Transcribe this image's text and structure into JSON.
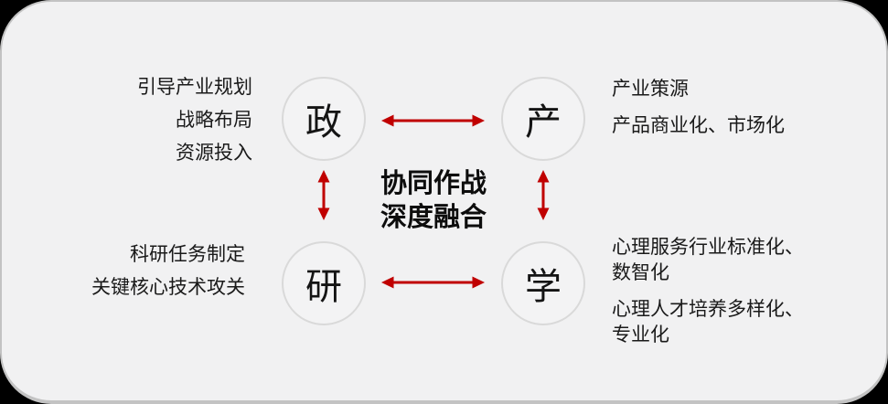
{
  "colors": {
    "accent_red": "#c00000",
    "card_bg": "#f1f1f2",
    "page_bg": "#000000",
    "circle_border": "#d9d9d9",
    "text": "#1a1a1a"
  },
  "center_text": {
    "line1": "协同作战",
    "line2": "深度融合"
  },
  "nodes": {
    "gov": "政",
    "industry": "产",
    "research": "研",
    "academia": "学"
  },
  "annotations": {
    "gov": [
      "引导产业规划",
      "战略布局",
      "资源投入"
    ],
    "research": [
      "科研任务制定",
      "关键核心技术攻关"
    ],
    "industry": [
      "产业策源",
      "产品商业化、市场化"
    ],
    "academia": [
      [
        "心理服务行业标准化、",
        "数智化"
      ],
      [
        "心理人才培养多样化、",
        "专业化"
      ]
    ]
  }
}
